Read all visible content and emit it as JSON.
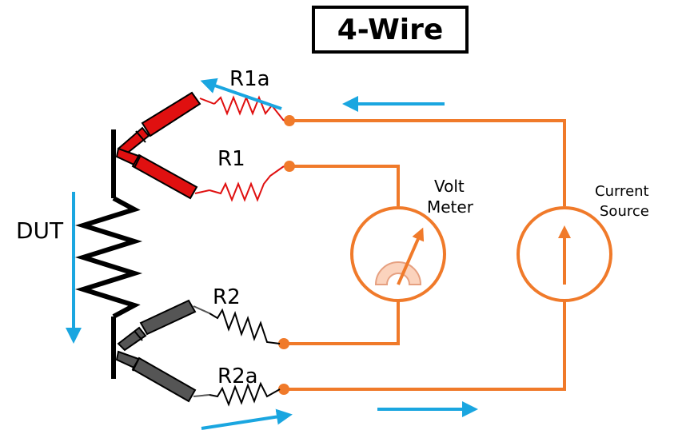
{
  "title": "4-Wire",
  "labels": {
    "r1a": "R1a",
    "r1": "R1",
    "r2": "R2",
    "r2a": "R2a",
    "dut": "DUT",
    "volt_meter_line1": "Volt",
    "volt_meter_line2": "Meter",
    "current_source_line1": "Current",
    "current_source_line2": "Source"
  },
  "colors": {
    "wire": "#f07a2a",
    "red_lead": "#e01010",
    "gray_lead": "#555555",
    "arrow": "#1aa6e0",
    "resistor_black": "#000000"
  }
}
